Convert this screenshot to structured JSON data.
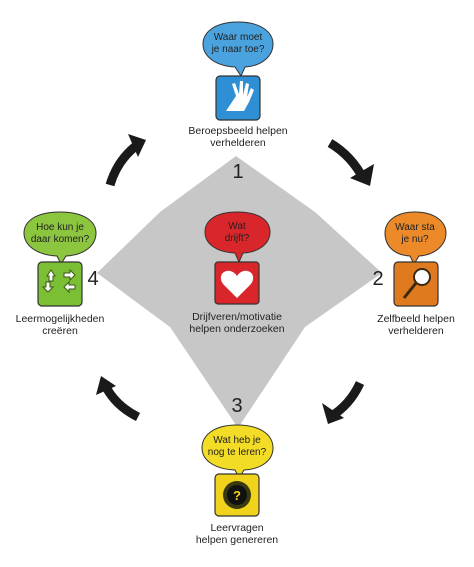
{
  "center": {
    "bubble": [
      "Wat",
      "drijft?"
    ],
    "label": [
      "Drijfveren/motivatie",
      "helpen onderzoeken"
    ],
    "color": "#d9262b"
  },
  "steps": [
    {
      "number": "1",
      "bubble": [
        "Waar moet",
        "je naar toe?"
      ],
      "label": [
        "Beroepsbeeld helpen",
        "verhelderen"
      ],
      "color": "#2f8fd4",
      "bubble_color": "#4aa3df",
      "icon": "hand-icon"
    },
    {
      "number": "2",
      "bubble": [
        "Waar sta",
        "je nu?"
      ],
      "label": [
        "Zelfbeeld helpen",
        "verhelderen"
      ],
      "color": "#e07a1f",
      "bubble_color": "#ec8a2a",
      "icon": "mirror-icon"
    },
    {
      "number": "3",
      "bubble": [
        "Wat heb je",
        "nog te leren?"
      ],
      "label": [
        "Leervragen",
        "helpen genereren"
      ],
      "color": "#f0d31a",
      "bubble_color": "#f3dc25",
      "icon": "question-icon"
    },
    {
      "number": "4",
      "bubble": [
        "Hoe kun je",
        "daar komen?"
      ],
      "label": [
        "Leermogelijkheden",
        "creëren"
      ],
      "color": "#7bbf34",
      "bubble_color": "#8cc63f",
      "icon": "arrows-icon"
    }
  ],
  "colors": {
    "star": "#c7c7c7",
    "arrow": "#1a1a1a"
  }
}
